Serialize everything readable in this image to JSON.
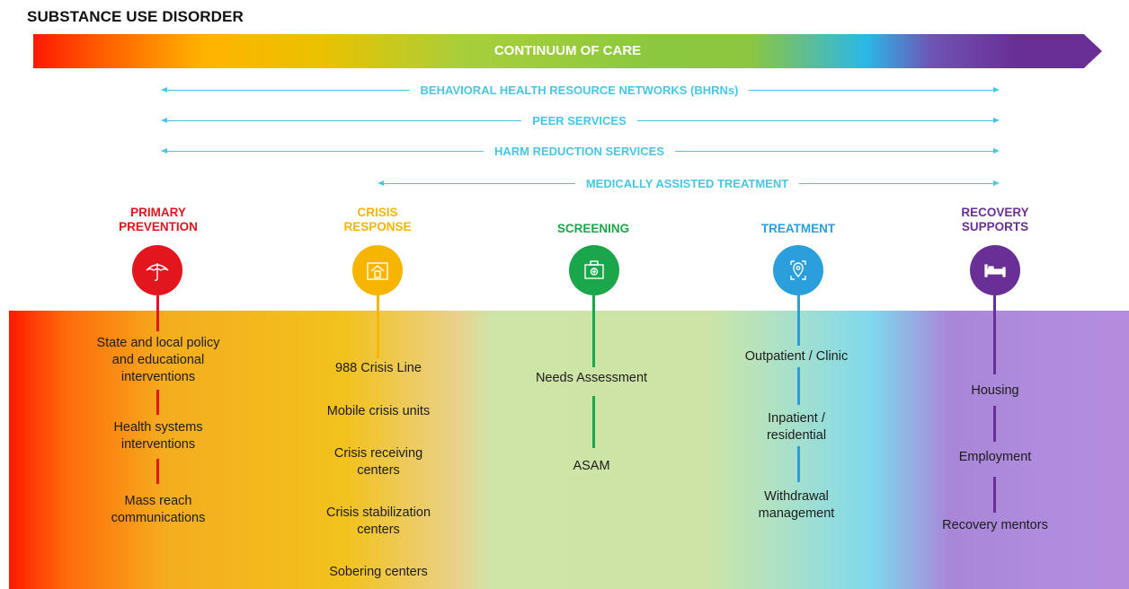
{
  "title": "SUBSTANCE USE DISORDER",
  "continuum": {
    "label": "CONTINUUM OF CARE"
  },
  "networks": [
    {
      "label": "BEHAVIORAL HEALTH RESOURCE NETWORKS (BHRNs)"
    },
    {
      "label": "PEER SERVICES"
    },
    {
      "label": "HARM REDUCTION SERVICES"
    },
    {
      "label": "MEDICALLY ASSISTED TREATMENT"
    }
  ],
  "stages": [
    {
      "title_lines": [
        "PRIMARY",
        "PREVENTION"
      ],
      "color": "#e3151d",
      "icon": "umbrella-icon",
      "items": [
        [
          "State and local policy",
          "and educational",
          "interventions"
        ],
        [
          "Health systems",
          "interventions"
        ],
        [
          "Mass reach",
          "communications"
        ]
      ]
    },
    {
      "title_lines": [
        "CRISIS",
        "RESPONSE"
      ],
      "color": "#f7b500",
      "icon": "house-icon",
      "items": [
        [
          "988 Crisis Line"
        ],
        [
          "Mobile crisis units"
        ],
        [
          "Crisis receiving",
          "centers"
        ],
        [
          "Crisis stabilization",
          "centers"
        ],
        [
          "Sobering centers"
        ]
      ]
    },
    {
      "title_lines": [
        "SCREENING"
      ],
      "color": "#1aa64a",
      "icon": "medical-kit-icon",
      "items": [
        [
          "Needs Assessment"
        ],
        [
          "ASAM"
        ]
      ]
    },
    {
      "title_lines": [
        "TREATMENT"
      ],
      "color": "#2a9fdc",
      "icon": "location-pin-icon",
      "items": [
        [
          "Outpatient / Clinic"
        ],
        [
          "Inpatient /",
          "residential"
        ],
        [
          "Withdrawal",
          "management"
        ]
      ]
    },
    {
      "title_lines": [
        "RECOVERY",
        "SUPPORTS"
      ],
      "color": "#6a2f96",
      "icon": "bed-icon",
      "items": [
        [
          "Housing"
        ],
        [
          "Employment"
        ],
        [
          "Recovery mentors"
        ]
      ]
    }
  ]
}
